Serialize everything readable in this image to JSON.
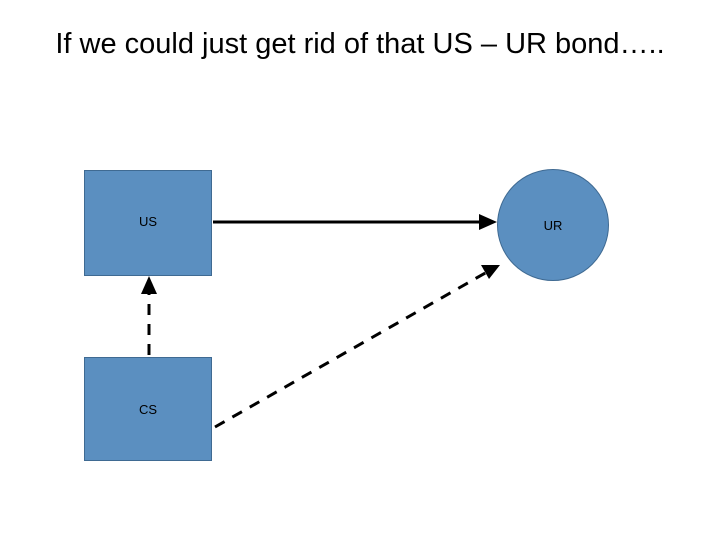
{
  "slide": {
    "title": "If we could just get rid of that US – UR bond…..",
    "background_color": "#ffffff"
  },
  "diagram": {
    "node_fill_color": "#5b8fc0",
    "node_border_color": "#3f6a92",
    "nodes": [
      {
        "id": "us",
        "label": "US",
        "shape": "rectangle"
      },
      {
        "id": "cs",
        "label": "CS",
        "shape": "rectangle"
      },
      {
        "id": "ur",
        "label": "UR",
        "shape": "circle"
      }
    ],
    "connectors": [
      {
        "id": "us-to-ur",
        "from": "US",
        "to": "UR",
        "style": "solid",
        "arrow": "end"
      },
      {
        "id": "cs-to-us",
        "from": "CS",
        "to": "US",
        "style": "dashed",
        "arrow": "end"
      },
      {
        "id": "cs-to-ur",
        "from": "CS",
        "to": "UR",
        "style": "dashed",
        "arrow": "end"
      }
    ]
  }
}
